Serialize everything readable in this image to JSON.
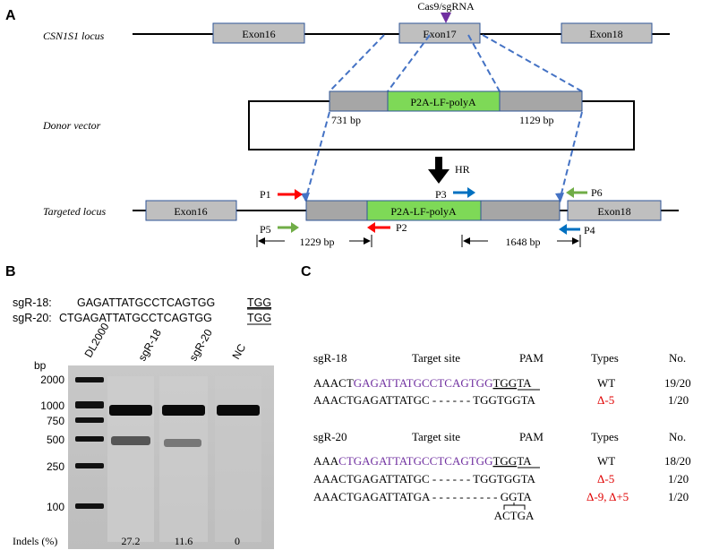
{
  "panels": {
    "a": "A",
    "b": "B",
    "c": "C"
  },
  "panel_a": {
    "locus_label": "CSN1S1 locus",
    "cas9_label": "Cas9/sgRNA",
    "exon16": "Exon16",
    "exon17": "Exon17",
    "exon18": "Exon18",
    "donor_label": "Donor vector",
    "cassette": "P2A-LF-polyA",
    "left_arm": "731 bp",
    "right_arm": "1129 bp",
    "hr": "HR",
    "targeted_label": "Targeted  locus",
    "primers": {
      "p1": "P1",
      "p2": "P2",
      "p3": "P3",
      "p4": "P4",
      "p5": "P5",
      "p6": "P6"
    },
    "prod1": "1229 bp",
    "prod2": "1648 bp",
    "colors": {
      "exon": "#bfbfbf",
      "arm": "#a6a6a6",
      "cassette": "#7ed957",
      "dashed": "#4472c4",
      "red_primer": "#ff0000",
      "blue_primer": "#0070c0",
      "green_primer": "#70ad47",
      "cas9": "#7030a0"
    }
  },
  "panel_b": {
    "sg18_label": "sgR-18:",
    "sg18_seq": "GAGATTATGCCTCAGTGG",
    "sg18_pam": "TGG",
    "sg20_label": "sgR-20:",
    "sg20_seq": "CTGAGATTATGCCTCAGTGG",
    "sg20_pam": "TGG",
    "bp_unit": "bp",
    "lanes": [
      "DL2000",
      "sgR-18",
      "sgR-20",
      "NC"
    ],
    "ladder": [
      "2000",
      "1000",
      "750",
      "500",
      "250",
      "100"
    ],
    "indels_label": "Indels  (%)",
    "indels": [
      "27.2",
      "11.6",
      "0"
    ]
  },
  "panel_c": {
    "headers": {
      "target": "Target site",
      "pam": "PAM",
      "types": "Types",
      "no": "No."
    },
    "g1": {
      "name": "sgR-18",
      "wt_prefix": "AAACT",
      "wt_target": "GAGATTATGCCTCAGTGG",
      "wt_pam": "TGG",
      "wt_suffix": "TA",
      "wt_type": "WT",
      "wt_no": "19/20",
      "m1_seq": "AAACTGAGATTATGC - - - - - -  TGGTGGTA",
      "m1_type": "Δ-5",
      "m1_no": "1/20"
    },
    "g2": {
      "name": "sgR-20",
      "wt_prefix": "AAA",
      "wt_target": "CTGAGATTATGCCTCAGTGG",
      "wt_pam": "TGG",
      "wt_suffix": "TA",
      "wt_type": "WT",
      "wt_no": "18/20",
      "m1_seq": "AAACTGAGATTATGC - - - - - -  TGGTGGTA",
      "m1_type": "Δ-5",
      "m1_no": "1/20",
      "m2_seq": "AAACTGAGATTATGA - - - - - - - - - - GGTA",
      "m2_type": "Δ-9, Δ+5",
      "m2_no": "1/20",
      "insert": "ACTGA"
    }
  }
}
